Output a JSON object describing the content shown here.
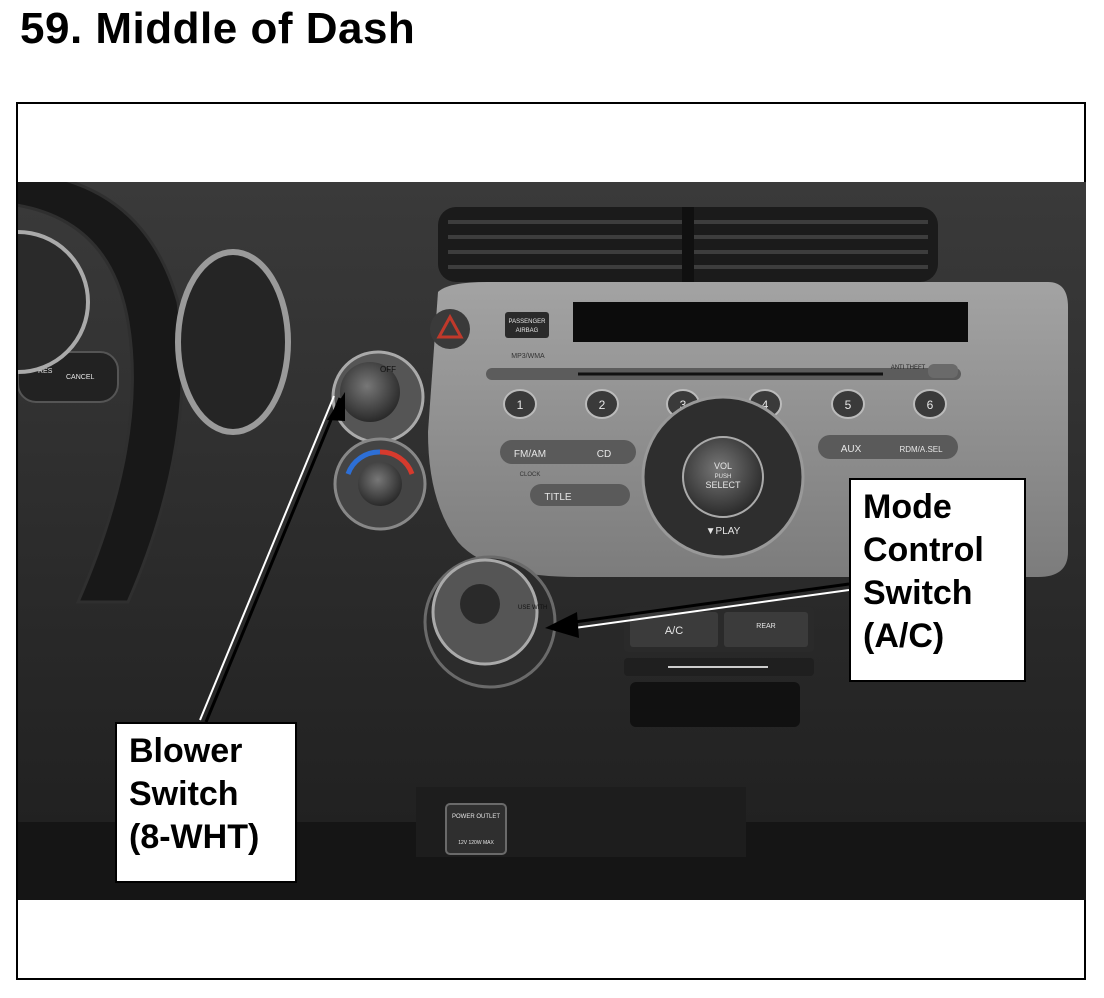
{
  "page": {
    "title": "59.  Middle of Dash"
  },
  "callouts": {
    "blower": {
      "lines": [
        "Blower",
        "Switch",
        "(8-WHT)"
      ]
    },
    "mode": {
      "lines": [
        "Mode",
        "Control",
        "Switch",
        "(A/C)"
      ]
    }
  },
  "panel_labels": {
    "passenger_airbag": "PASSENGER AIRBAG",
    "mp3": "MP3/WMA",
    "anti_theft": "ANTI THEFT",
    "fan_off": "OFF",
    "presets": [
      "1",
      "2",
      "3",
      "4",
      "5",
      "6"
    ],
    "fm_am": "FM/AM",
    "cd": "CD",
    "clock": "CLOCK",
    "title": "TITLE",
    "aux": "AUX",
    "rdm": "RDM/A.SEL",
    "vol": "VOL",
    "push": "PUSH",
    "select": "SELECT",
    "play": "▼PLAY",
    "ac": "A/C",
    "rear": "REAR",
    "use_with": "USE WITH",
    "power_outlet": "POWER OUTLET",
    "outlet_rating": "12V 120W MAX",
    "res": "RES",
    "cancel": "CANCEL"
  },
  "colors": {
    "dash_dark": "#2b2b2b",
    "panel_silver": "#8f8f8f",
    "arrow": "#000000",
    "hazard_red": "#c0392b"
  }
}
